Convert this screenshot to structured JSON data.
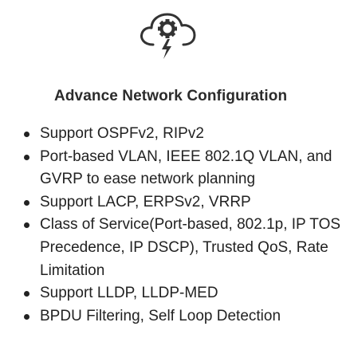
{
  "header": {
    "icon": "cloud-gear-lightning-icon",
    "title": "Advance Network Configuration"
  },
  "features": [
    "Support OSPFv2, RIPv2",
    "Port-based VLAN, IEEE 802.1Q VLAN, and GVRP to ease network planning",
    "Support LACP, ERPSv2, VRRP",
    "Class of Service(Port-based, 802.1p, IP TOS Precedence, IP DSCP), Trusted QoS, Rate Limitation",
    "Support LLDP, LLDP-MED",
    "BPDU Filtering, Self Loop Detection"
  ],
  "colors": {
    "text": "#222222",
    "icon": "#333333"
  }
}
